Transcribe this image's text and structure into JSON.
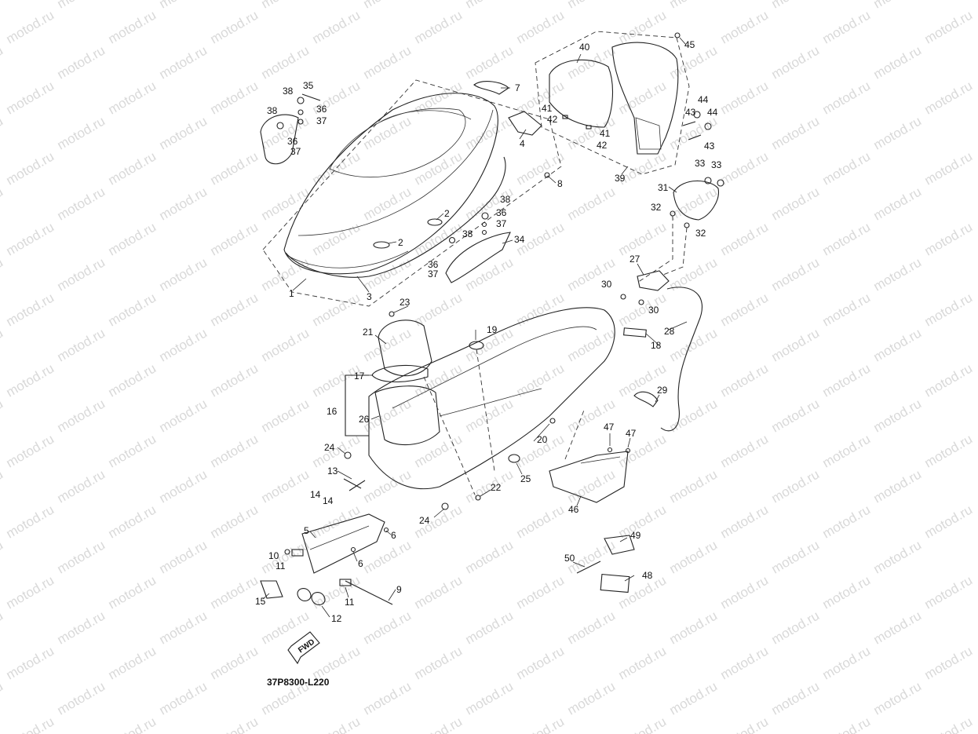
{
  "watermark": "motod.ru",
  "diagram_code": "37P8300-L220",
  "fwd_label": "FWD",
  "callouts": {
    "c1": "1",
    "c2a": "2",
    "c2b": "2",
    "c3": "3",
    "c4": "4",
    "c5": "5",
    "c6a": "6",
    "c6b": "6",
    "c7": "7",
    "c8": "8",
    "c9": "9",
    "c10": "10",
    "c11a": "11",
    "c11b": "11",
    "c12": "12",
    "c13": "13",
    "c14a": "14",
    "c14b": "14",
    "c15": "15",
    "c16": "16",
    "c17": "17",
    "c18": "18",
    "c19": "19",
    "c20": "20",
    "c21": "21",
    "c22": "22",
    "c23": "23",
    "c24a": "24",
    "c24b": "24",
    "c25": "25",
    "c26": "26",
    "c27": "27",
    "c28": "28",
    "c29": "29",
    "c30a": "30",
    "c30b": "30",
    "c31": "31",
    "c32a": "32",
    "c32b": "32",
    "c33a": "33",
    "c33b": "33",
    "c34": "34",
    "c35": "35",
    "c36a": "36",
    "c36b": "36",
    "c36c": "36",
    "c36d": "36",
    "c37a": "37",
    "c37b": "37",
    "c37c": "37",
    "c37d": "37",
    "c38a": "38",
    "c38b": "38",
    "c38c": "38",
    "c38d": "38",
    "c39": "39",
    "c40": "40",
    "c41a": "41",
    "c41b": "41",
    "c42a": "42",
    "c42b": "42",
    "c43a": "43",
    "c43b": "43",
    "c44a": "44",
    "c44b": "44",
    "c45": "45",
    "c46": "46",
    "c47a": "47",
    "c47b": "47",
    "c48": "48",
    "c49": "49",
    "c50": "50"
  }
}
